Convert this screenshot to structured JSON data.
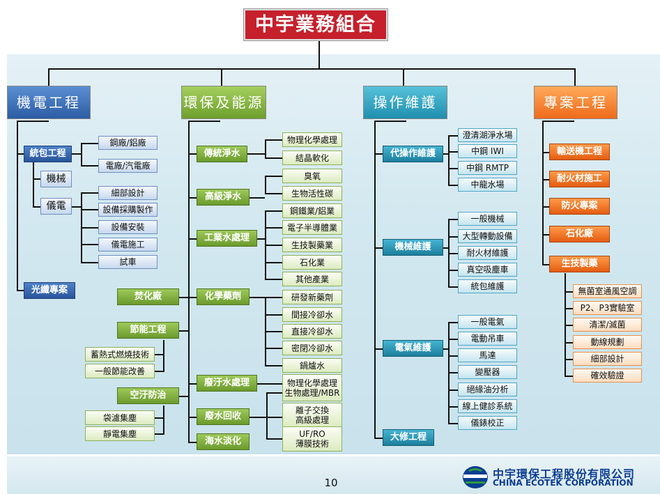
{
  "title": "中宇業務組合",
  "page_number": "10",
  "company": {
    "name_cn": "中宇環保工程股份有限公司",
    "name_en": "CHINA ECOTEK CORPORATION"
  },
  "columns": {
    "mechanical": {
      "header": "機電工程",
      "turnkey": "統包工程",
      "turnkey_items": [
        "鋼廠/鋁廠",
        "電廠/汽電廠"
      ],
      "machinery": "機械",
      "electrical": "儀電",
      "electrical_items": [
        "細部設計",
        "設備採購製作",
        "設備安裝",
        "儀電施工",
        "試車"
      ],
      "fiber": "光纖專案"
    },
    "environment": {
      "header": "環保及能源",
      "traditional": "傳統淨水",
      "advanced": "高級淨水",
      "water_items": [
        "物理化學處理",
        "結晶軟化",
        "臭氧",
        "生物活性碳"
      ],
      "industrial": "工業水處理",
      "industrial_items": [
        "鋼鐵業/鋁業",
        "電子半導體業",
        "生技製藥業",
        "石化業",
        "其他產業"
      ],
      "chemical": "化學藥劑",
      "chemical_items": [
        "研發新藥劑",
        "間接冷卻水",
        "直接冷卻水",
        "密閉冷卻水",
        "鍋爐水"
      ],
      "incinerator": "焚化廠",
      "energy_saving": "節能工程",
      "energy_items": [
        "蓄熱式燃燒技術",
        "一般節能改善"
      ],
      "air": "空汙防治",
      "air_items": [
        "袋濾集塵",
        "靜電集塵"
      ],
      "wastewater": "廢汙水處理",
      "wastewater_lines": [
        "物理化學處理",
        "生物處理/MBR"
      ],
      "reclaim": "廢水回收",
      "reclaim_lines": [
        "離子交換",
        "高級處理"
      ],
      "desal": "海水淡化",
      "desal_lines": [
        "UF/RO",
        "薄膜技術"
      ]
    },
    "operation": {
      "header": "操作維護",
      "contract_op": "代操作維護",
      "contract_items": [
        "澄清湖淨水場",
        "中鋼 IWI",
        "中鋼 RMTP",
        "中龍水場"
      ],
      "mech_maint": "機械維護",
      "mech_items": [
        "一般機械",
        "大型轉動設備",
        "耐火材維護",
        "真空吸塵車",
        "統包維護"
      ],
      "elec_maint": "電氣維護",
      "elec_items": [
        "一般電氣",
        "電動吊車",
        "馬達",
        "變壓器",
        "絕緣油分析",
        "線上健診系統",
        "儀錶校正"
      ],
      "overhaul": "大修工程"
    },
    "project": {
      "header": "專案工程",
      "items": [
        "輸送機工程",
        "耐火材施工",
        "防火專案",
        "石化廠",
        "生技製藥"
      ],
      "bio_items": [
        "無菌室通風空調",
        "P2、P3實驗室",
        "清潔/滅菌",
        "動線規劃",
        "細部設計",
        "確效驗證"
      ]
    }
  },
  "colors": {
    "title": "#c5202c",
    "blue": "#2d5ca4",
    "green": "#6e9f2c",
    "teal": "#1f8fae",
    "orange": "#ee6b1a"
  }
}
